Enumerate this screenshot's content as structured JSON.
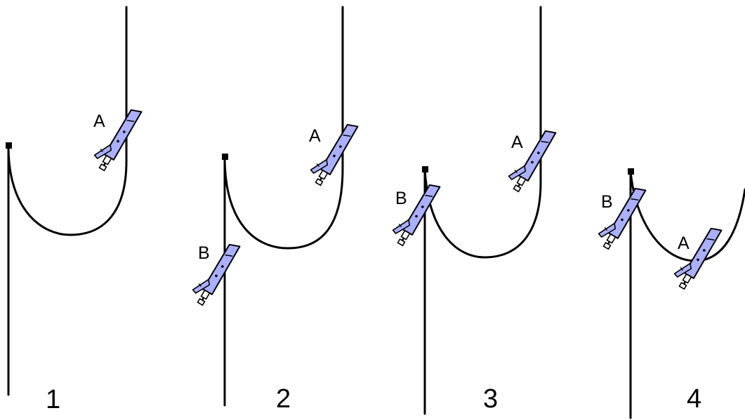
{
  "steps": [
    {
      "number": "1",
      "devices": [
        "A"
      ]
    },
    {
      "number": "2",
      "devices": [
        "A",
        "B"
      ]
    },
    {
      "number": "3",
      "devices": [
        "A",
        "B"
      ]
    },
    {
      "number": "4",
      "devices": [
        "A",
        "B"
      ]
    }
  ],
  "colors": {
    "device": "#aab0ff",
    "rope": "#000000",
    "background": "#ffffff"
  }
}
